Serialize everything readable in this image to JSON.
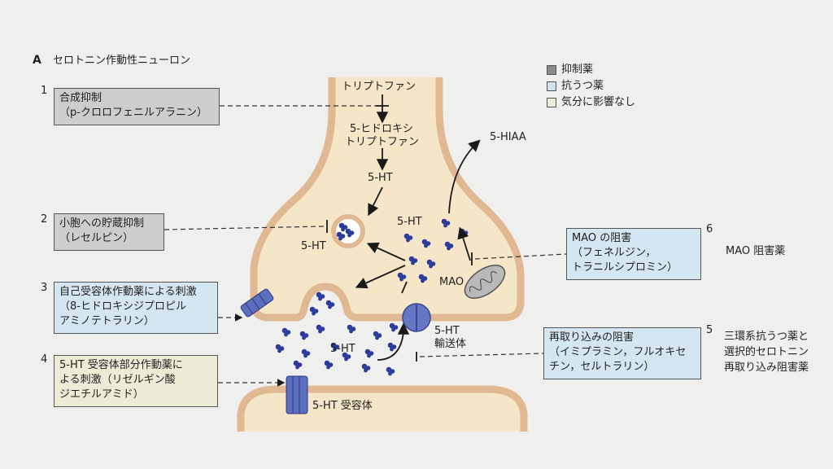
{
  "section": {
    "letter": "A",
    "title": "セロトニン作動性ニューロン"
  },
  "legend": [
    {
      "label": "抑制薬",
      "color": "#8a8a8a"
    },
    {
      "label": "抗うつ薬",
      "color": "#cfe3f1"
    },
    {
      "label": "気分に影響なし",
      "color": "#ecebd6"
    }
  ],
  "annotations": [
    {
      "number": "1",
      "lines": [
        "合成抑制",
        "（p-クロロフェニルアラニン）"
      ],
      "kind": "inhibitor"
    },
    {
      "number": "2",
      "lines": [
        "小胞への貯蔵抑制",
        "（レセルピン）"
      ],
      "kind": "inhibitor"
    },
    {
      "number": "3",
      "lines": [
        "自己受容体作動薬による刺激",
        "（8-ヒドロキシジプロピル",
        "アミノテトラリン）"
      ],
      "kind": "antidepressant"
    },
    {
      "number": "4",
      "lines": [
        "5-HT 受容体部分作動薬に",
        "よる刺激（リゼルギン酸",
        "ジエチルアミド）"
      ],
      "kind": "no_effect"
    },
    {
      "number": "5",
      "lines": [
        "再取り込みの阻害",
        "（イミプラミン，フルオキセ",
        "チン，セルトラリン）"
      ],
      "kind": "antidepressant",
      "class_lines": [
        "三環系抗うつ薬と",
        "選択的セロトニン",
        "再取り込み阻害薬"
      ]
    },
    {
      "number": "6",
      "lines": [
        "MAO の阻害",
        "（フェネルジン，",
        "トラニルシプロミン）"
      ],
      "kind": "antidepressant",
      "class_lines": [
        "MAO 阻害薬"
      ]
    }
  ],
  "labels": {
    "tryptophan": "トリプトファン",
    "hydroxytryptophan_1": "5-ヒドロキシ",
    "hydroxytryptophan_2": "トリプトファン",
    "serotonin_cytosol": "5-HT",
    "serotonin_vesicle": "5-HT",
    "serotonin_free": "5-HT",
    "serotonin_cleft": "5-HT",
    "metabolite": "5-HIAA",
    "mao": "MAO",
    "transporter_1": "5-HT",
    "transporter_2": "輸送体",
    "receptor": "5-HT 受容体"
  }
}
